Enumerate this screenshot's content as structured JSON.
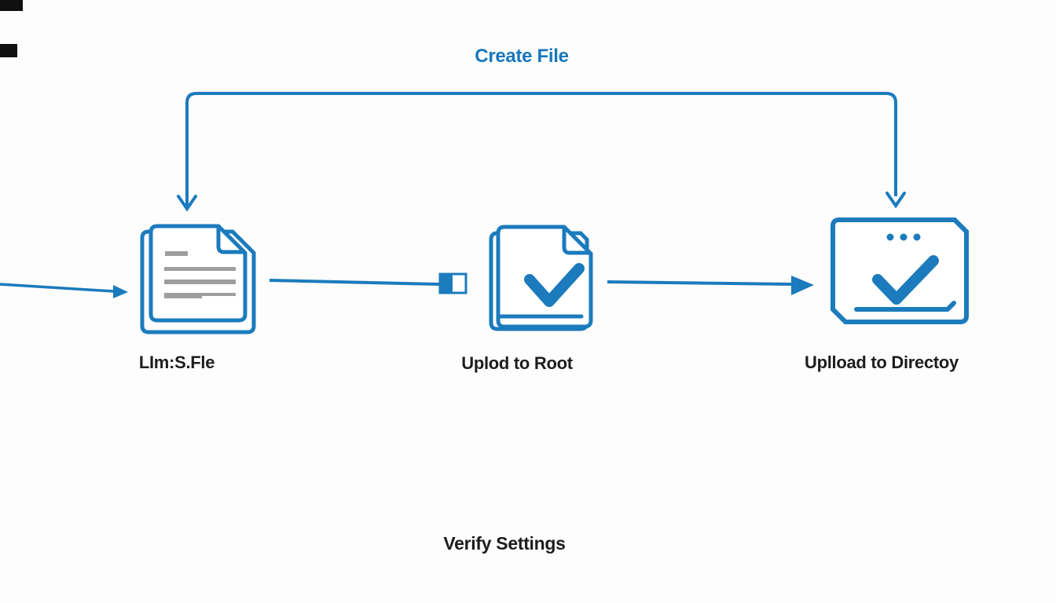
{
  "diagram": {
    "heading_label": "Create File",
    "footer_label": "Verify Settings",
    "nodes": [
      {
        "id": "source-file",
        "label": "LIm:S.Fle",
        "icon": "document-lines-icon"
      },
      {
        "id": "upload-root",
        "label": "Uplod to Root",
        "icon": "document-check-icon"
      },
      {
        "id": "upload-directory",
        "label": "Uplload to Directoy",
        "icon": "card-check-icon"
      }
    ],
    "connectors": [
      {
        "id": "entry-arrow",
        "from": "left-edge",
        "to": "source-file",
        "style": "solid-triangle-head"
      },
      {
        "id": "file-to-root",
        "from": "source-file",
        "to": "upload-root",
        "style": "half-filled-square-end"
      },
      {
        "id": "root-to-directory",
        "from": "upload-root",
        "to": "upload-directory",
        "style": "solid-triangle-head"
      },
      {
        "id": "create-file-loop",
        "from": "top-rail",
        "to": "source-file-and-upload-directory",
        "style": "chevron-heads-down"
      }
    ],
    "colors": {
      "accent_blue": "#1b7bbd",
      "blue_text": "#1777bd",
      "label_text": "#1d1d1d",
      "doc_line_gray": "#9e9e9e",
      "corner_mark": "#101010",
      "background": "#fdfdfd"
    }
  }
}
